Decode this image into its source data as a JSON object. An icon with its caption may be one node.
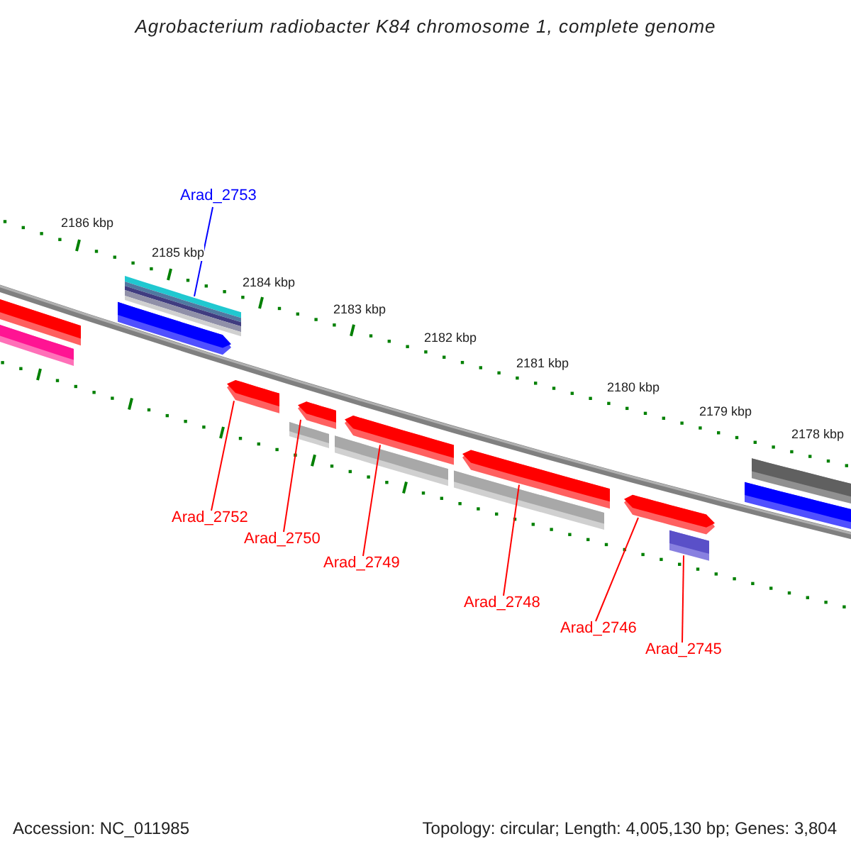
{
  "diagram": {
    "title": "Agrobacterium radiobacter K84 chromosome 1, complete genome",
    "nodes": [
      {
        "text": [],
        "shape": "bar"
      },
      {
        "text": [],
        "shape": "bar"
      },
      {
        "text": [],
        "shape": "bar"
      },
      {
        "text": [],
        "shape": "bar"
      },
      {
        "text": [],
        "shape": "bar"
      },
      {
        "text": [],
        "shape": "bar"
      },
      {
        "text": [],
        "shape": "bar"
      },
      {
        "text": [],
        "shape": "bar"
      },
      {
        "text": [],
        "shape": "bar"
      },
      {
        "text": [],
        "shape": "bar"
      },
      {
        "text": [],
        "shape": "bar"
      },
      {
        "text": [],
        "shape": "bar"
      },
      {
        "text": [],
        "shape": "bar"
      },
      {
        "text": [],
        "shape": "bar"
      },
      {
        "text": [],
        "shape": "bar"
      },
      {
        "text": [],
        "shape": "bar"
      },
      {
        "text": [
          "Arad_2753"
        ]
      },
      {
        "text": [
          "Arad_2752"
        ]
      },
      {
        "text": [
          "Arad_2750"
        ]
      },
      {
        "text": [
          "Arad_2749"
        ]
      },
      {
        "text": [
          "Arad_2748"
        ]
      },
      {
        "text": [
          "Arad_2746"
        ]
      },
      {
        "text": [
          "Arad_2745"
        ]
      }
    ],
    "edges": [
      {
        "from": 16,
        "to": 3,
        "arrow": "none",
        "color": "#0000ff"
      },
      {
        "from": 17,
        "to": 4,
        "arrow": "none"
      },
      {
        "from": 18,
        "to": 6,
        "arrow": "none"
      },
      {
        "from": 19,
        "to": 8,
        "arrow": "none"
      },
      {
        "from": 20,
        "to": 10,
        "arrow": "none"
      },
      {
        "from": 21,
        "to": 11,
        "arrow": "none"
      },
      {
        "from": 22,
        "to": 12,
        "arrow": "none"
      }
    ],
    "labels": [
      "2186 kbp",
      "2185 kbp",
      "2184 kbp",
      "2183 kbp",
      "2182 kbp",
      "2181 kbp",
      "2180 kbp",
      "2179 kbp",
      "2178 kbp",
      "Accession: NC_011985",
      "Topology: circular; Length: 4,005,130 bp; Genes: 3,804"
    ]
  }
}
